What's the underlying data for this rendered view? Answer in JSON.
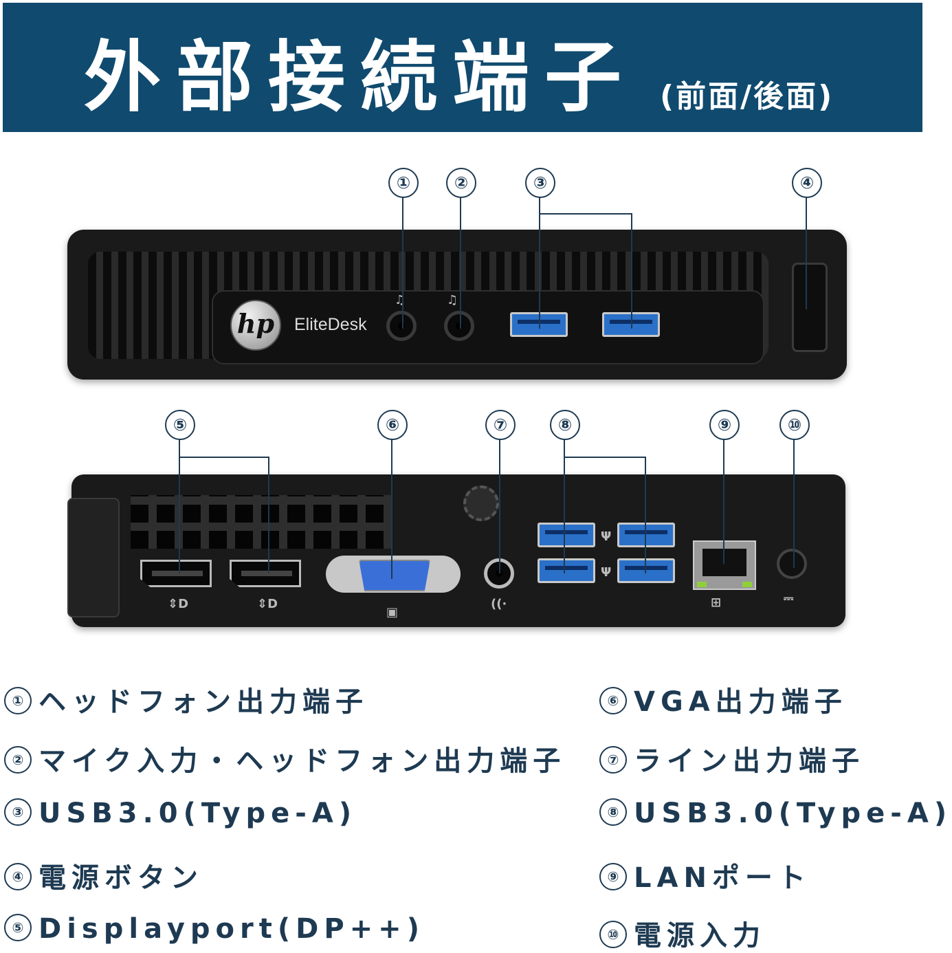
{
  "banner": {
    "title": "外部接続端子",
    "subtitle": "(前面/後面)"
  },
  "front": {
    "brand_logo": "hp",
    "model": "EliteDesk",
    "callouts": [
      "①",
      "②",
      "③",
      "④"
    ]
  },
  "rear": {
    "callouts": [
      "⑤",
      "⑥",
      "⑦",
      "⑧",
      "⑨",
      "⑩"
    ]
  },
  "legend": [
    {
      "num": "①",
      "text": "ヘッドフォン出力端子"
    },
    {
      "num": "②",
      "text": "マイク入力・ヘッドフォン出力端子"
    },
    {
      "num": "③",
      "text": "USB3.0(Type-A)"
    },
    {
      "num": "④",
      "text": "電源ボタン"
    },
    {
      "num": "⑤",
      "text": "Displayport(DP++)"
    },
    {
      "num": "⑥",
      "text": "VGA出力端子"
    },
    {
      "num": "⑦",
      "text": "ライン出力端子"
    },
    {
      "num": "⑧",
      "text": "USB3.0(Type-A)"
    },
    {
      "num": "⑨",
      "text": "LANポート"
    },
    {
      "num": "⑩",
      "text": "電源入力"
    }
  ],
  "colors": {
    "banner": "#104a6e",
    "text": "#1e3a52",
    "usb": "#2a70c8",
    "vga": "#3a6fd8"
  }
}
